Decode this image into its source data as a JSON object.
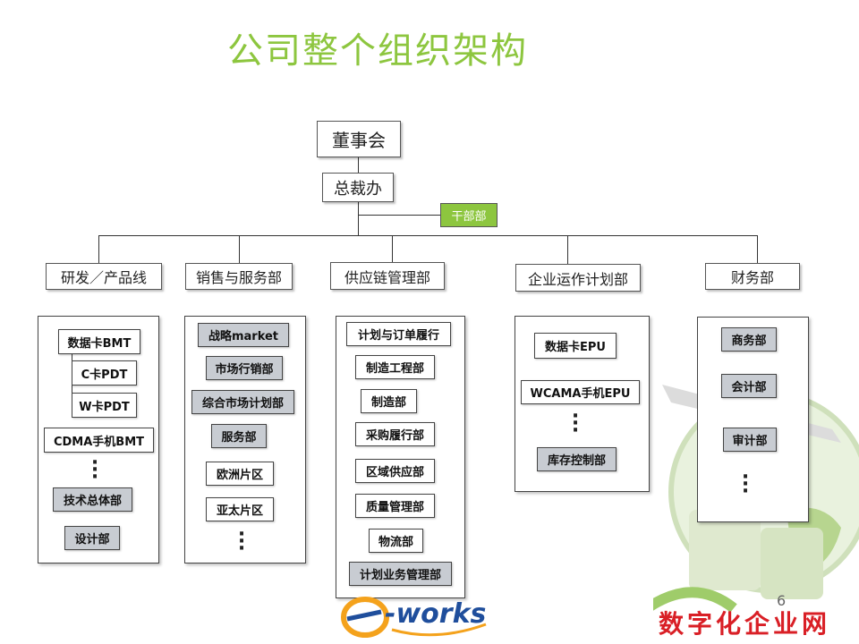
{
  "title": "公司整个组织架构",
  "board": "董事会",
  "president": "总裁办",
  "cadre": "干部部",
  "departments": [
    {
      "label": "研发／产品线",
      "items": [
        {
          "label": "数据卡BMT"
        },
        {
          "label": "C卡PDT"
        },
        {
          "label": "W卡PDT"
        },
        {
          "label": "CDMA手机BMT"
        },
        {
          "label": "技术总体部"
        },
        {
          "label": "设计部"
        }
      ]
    },
    {
      "label": "销售与服务部",
      "items": [
        {
          "label": "战略market"
        },
        {
          "label": "市场行销部"
        },
        {
          "label": "综合市场计划部"
        },
        {
          "label": "服务部"
        },
        {
          "label": "欧洲片区"
        },
        {
          "label": "亚太片区"
        }
      ]
    },
    {
      "label": "供应链管理部",
      "items": [
        {
          "label": "计划与订单履行"
        },
        {
          "label": "制造工程部"
        },
        {
          "label": "制造部"
        },
        {
          "label": "采购履行部"
        },
        {
          "label": "区域供应部"
        },
        {
          "label": "质量管理部"
        },
        {
          "label": "物流部"
        },
        {
          "label": "计划业务管理部"
        }
      ]
    },
    {
      "label": "企业运作计划部",
      "items": [
        {
          "label": "数据卡EPU"
        },
        {
          "label": "WCAMA手机EPU"
        },
        {
          "label": "库存控制部"
        }
      ]
    },
    {
      "label": "财务部",
      "items": [
        {
          "label": "商务部"
        },
        {
          "label": "会计部"
        },
        {
          "label": "审计部"
        }
      ]
    }
  ],
  "page_number": "6",
  "logo_text": "e-works",
  "brand_text": "数字化企业网",
  "colors": {
    "title": "#8dc63f",
    "cadre_bg": "#8dc63f",
    "gray_item": "#c8ccd2",
    "brand": "#d91f26"
  }
}
